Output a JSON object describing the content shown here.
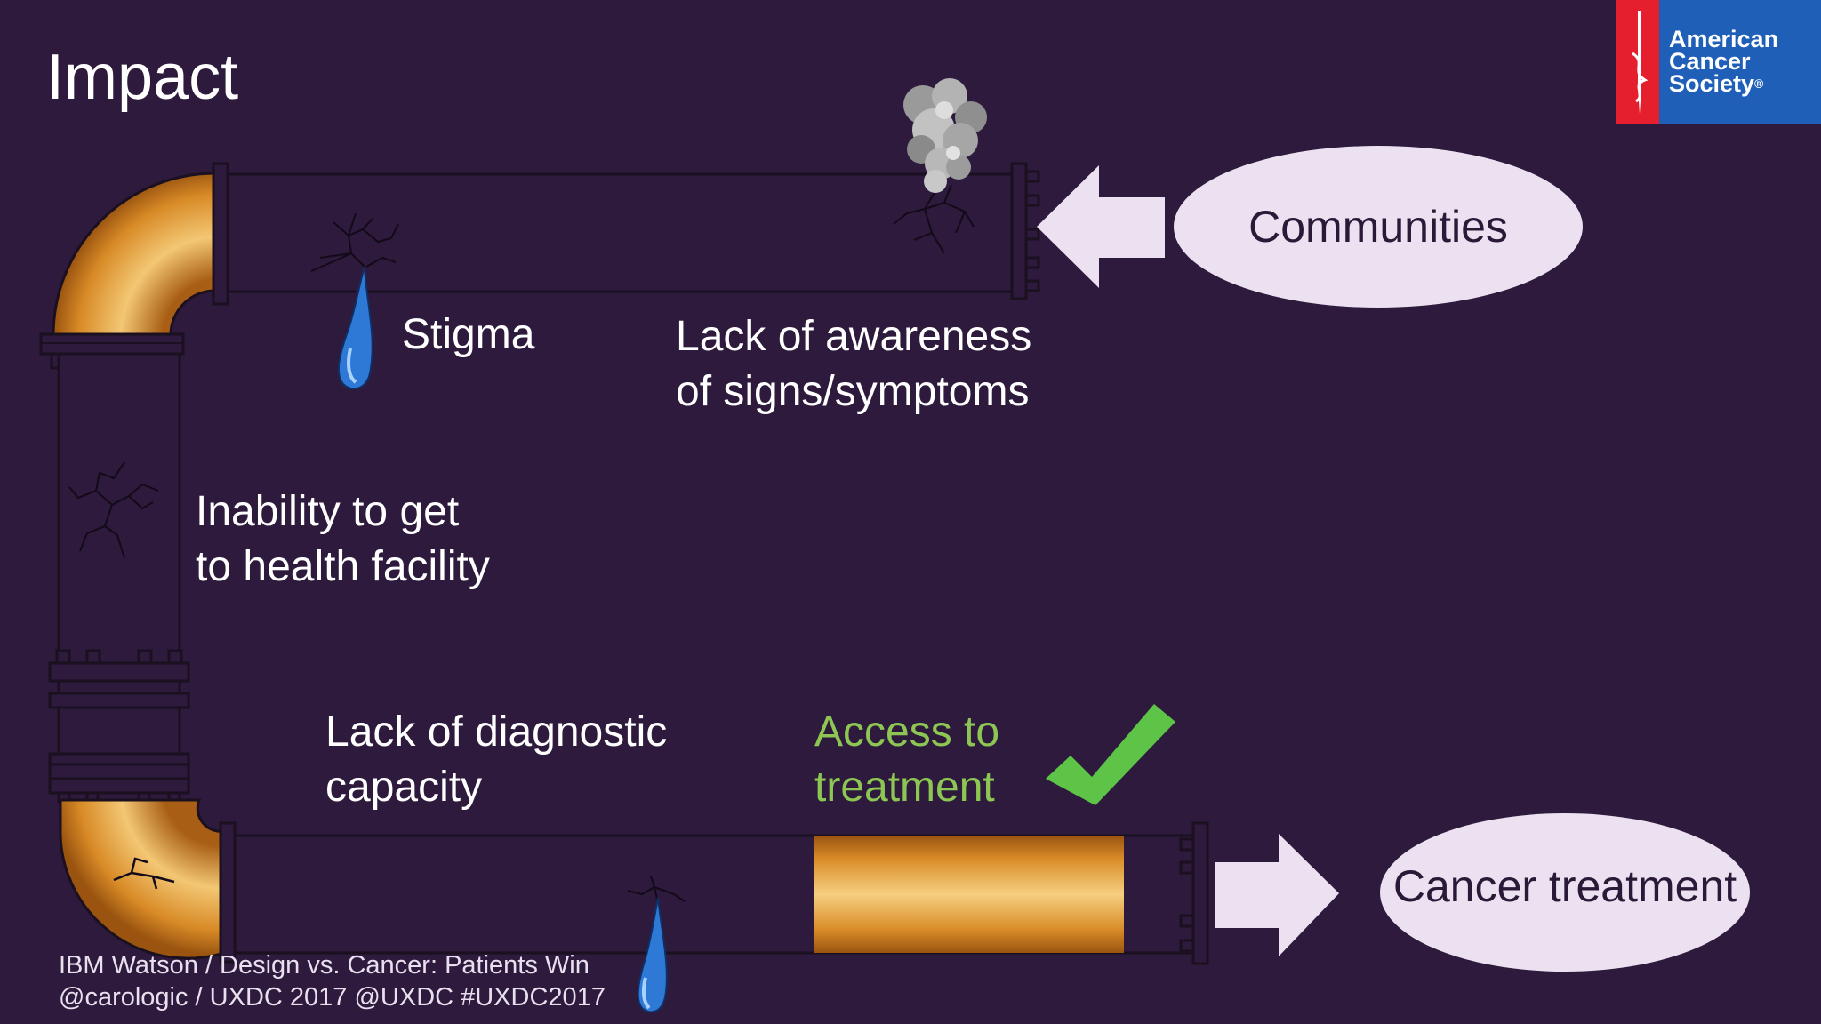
{
  "slide": {
    "title": "Impact",
    "labels": {
      "stigma": "Stigma",
      "awareness_line1": "Lack of awareness",
      "awareness_line2": "of signs/symptoms",
      "inability_line1": "Inability to get",
      "inability_line2": "to health facility",
      "diagnostic_line1": "Lack of diagnostic",
      "diagnostic_line2": "capacity",
      "access_line1": "Access to",
      "access_line2": "treatment"
    },
    "nodes": {
      "communities": "Communities",
      "cancer_treatment": "Cancer treatment"
    },
    "colors": {
      "background": "#2d1a3c",
      "pipe_copper": "#d18a27",
      "node_fill": "#ece1f1",
      "water": "#2e79d6",
      "check": "#5ec447",
      "access_text": "#8dc653"
    }
  },
  "footer": {
    "line1": "IBM Watson  /  Design vs. Cancer: Patients Win",
    "line2": "@carologic  /  UXDC 2017  @UXDC  #UXDC2017"
  },
  "logo": {
    "line1": "American",
    "line2": "Cancer",
    "line3": "Society",
    "registered": "®",
    "icon": "sword-icon"
  }
}
